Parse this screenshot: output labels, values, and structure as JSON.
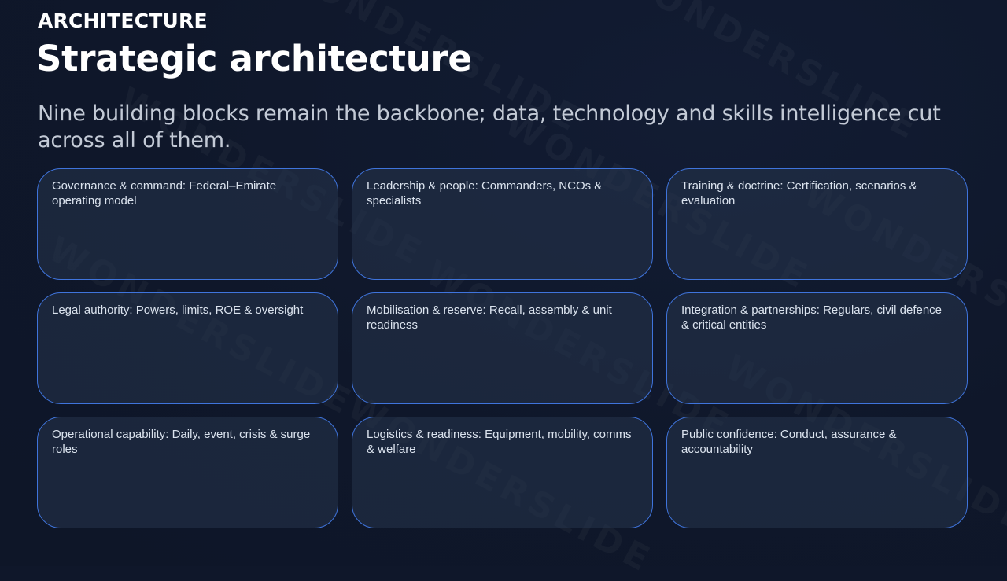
{
  "slide": {
    "eyebrow": "ARCHITECTURE",
    "title": "Strategic architecture",
    "subtitle": "Nine building blocks remain the backbone; data, technology and skills intelligence cut across all of them.",
    "watermark": "WONDERSLIDE"
  },
  "cards": [
    "Governance & command: Federal–Emirate operating model",
    "Leadership & people: Commanders, NCOs & specialists",
    "Training & doctrine: Certification, scenarios & evaluation",
    "Legal authority: Powers, limits, ROE & oversight",
    "Mobilisation & reserve: Recall, assembly & unit readiness",
    "Integration & partnerships: Regulars, civil defence & critical entities",
    "Operational capability: Daily, event, crisis & surge roles",
    "Logistics & readiness: Equipment, mobility, comms & welfare",
    "Public confidence: Conduct, assurance & accountability"
  ],
  "colors": {
    "background": "#0f172a",
    "card_border": "#3f74dc",
    "card_fill": "#26344c",
    "title": "#ffffff",
    "subtitle": "#c3cad6"
  }
}
